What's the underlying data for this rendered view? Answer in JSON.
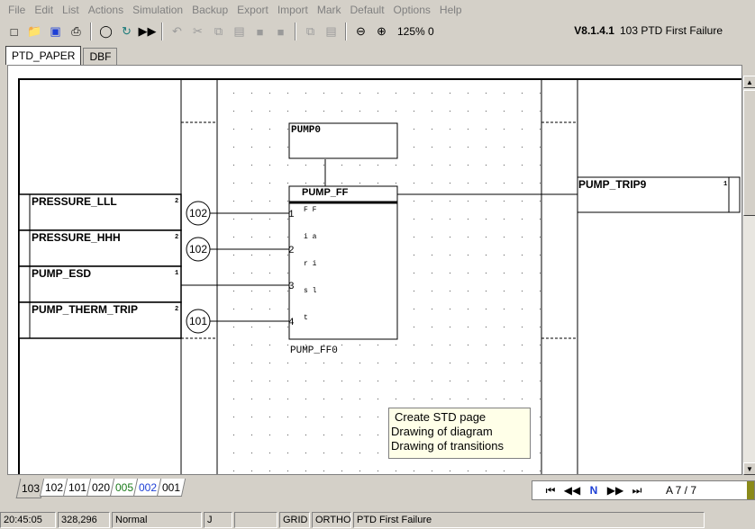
{
  "menu": [
    "File",
    "Edit",
    "List",
    "Actions",
    "Simulation",
    "Backup",
    "Export",
    "Import",
    "Mark",
    "Default",
    "Options",
    "Help"
  ],
  "toolbar": {
    "zoom": "125% 0",
    "version": "V8.1.4.1",
    "title": "103 PTD First Failure",
    "icons": [
      "new-file-icon",
      "open-folder-icon",
      "save-icon",
      "print-icon",
      "find-icon",
      "refresh-icon",
      "run-icon",
      "undo-icon",
      "cut-icon",
      "copy-icon",
      "paste-icon",
      "copy-block-icon",
      "paste-block-icon",
      "copy-page-icon",
      "paste-page-icon",
      "zoom-out-icon",
      "zoom-in-icon"
    ]
  },
  "top_tabs": [
    "PTD_PAPER",
    "DBF"
  ],
  "diagram": {
    "inputs": [
      {
        "label": "PRESSURE_LLL",
        "sub": "2",
        "ref": "102",
        "pin": "1"
      },
      {
        "label": "PRESSURE_HHH",
        "sub": "2",
        "ref": "102",
        "pin": "2"
      },
      {
        "label": "PUMP_ESD",
        "sub": "1",
        "ref": "",
        "pin": "3"
      },
      {
        "label": "PUMP_THERM_TRIP",
        "sub": "2",
        "ref": "101",
        "pin": "4"
      }
    ],
    "top_block": "PUMP0",
    "function_block": {
      "title": "PUMP_FF",
      "name": "PUMP_FF0",
      "inner_text": [
        "F F",
        "i a",
        "r i",
        "s l",
        "t"
      ]
    },
    "output": {
      "label": "PUMP_TRIP9",
      "sub": "1"
    },
    "note": [
      "Create STD page",
      "Drawing of diagram",
      "Drawing of transitions"
    ]
  },
  "bottom_tabs": [
    {
      "label": "103",
      "color": "#000000",
      "active": true
    },
    {
      "label": "102",
      "color": "#000000"
    },
    {
      "label": "101",
      "color": "#000000"
    },
    {
      "label": "020",
      "color": "#000000"
    },
    {
      "label": "005",
      "color": "#1a7a1a"
    },
    {
      "label": "002",
      "color": "#1d3fd6"
    },
    {
      "label": "001",
      "color": "#000000"
    }
  ],
  "nav": {
    "first": "⏮",
    "prev": "◀◀",
    "n": "N",
    "next": "▶▶",
    "last": "⏭",
    "page": "A 7 / 7"
  },
  "status": {
    "time": "20:45:05",
    "coords": "328,296",
    "mode": "Normal",
    "j": "J",
    "blank": "",
    "grid": "GRID",
    "ortho": "ORTHO",
    "desc": "PTD First Failure"
  }
}
